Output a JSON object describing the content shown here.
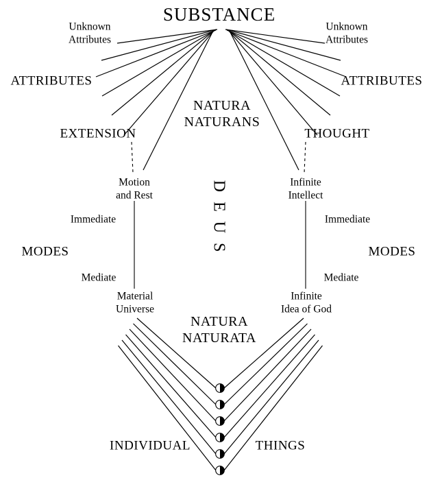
{
  "colors": {
    "background": "#ffffff",
    "ink": "#000000"
  },
  "diagram": {
    "markers_count": 6,
    "labels": {
      "substance": "SUBSTANCE",
      "unknown_attributes_left": {
        "line1": "Unknown",
        "line2": "Attributes"
      },
      "unknown_attributes_right": {
        "line1": "Unknown",
        "line2": "Attributes"
      },
      "attributes_left": "ATTRIBUTES",
      "attributes_right": "ATTRIBUTES",
      "natura_naturans": {
        "line1": "NATURA",
        "line2": "NATURANS"
      },
      "extension": "EXTENSION",
      "thought": "THOUGHT",
      "motion_and_rest": {
        "line1": "Motion",
        "line2": "and Rest"
      },
      "infinite_intellect": {
        "line1": "Infinite",
        "line2": "Intellect"
      },
      "deus": "DEUS",
      "immediate_left": "Immediate",
      "immediate_right": "Immediate",
      "modes_left": "MODES",
      "modes_right": "MODES",
      "mediate_left": "Mediate",
      "mediate_right": "Mediate",
      "material_universe": {
        "line1": "Material",
        "line2": "Universe"
      },
      "infinite_idea_of_god": {
        "line1": "Infinite",
        "line2": "Idea of God"
      },
      "natura_naturata": {
        "line1": "NATURA",
        "line2": "NATURATA"
      },
      "individual": "INDIVIDUAL",
      "things": "THINGS"
    }
  }
}
